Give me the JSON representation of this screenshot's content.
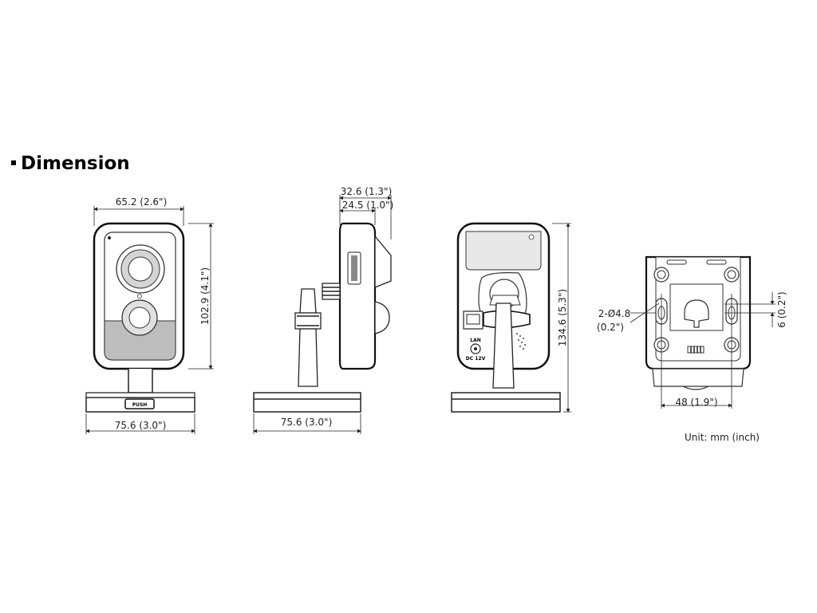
{
  "heading": "Dimension",
  "unit_note": "Unit: mm (inch)",
  "front_view": {
    "top_width": "65.2 (2.6\")",
    "height": "102.9 (4.1\")",
    "base_width": "75.6 (3.0\")",
    "push_label": "PUSH"
  },
  "side_view": {
    "depth_total": "32.6 (1.3\")",
    "depth_body": "24.5 (1.0\")",
    "base_width": "75.6 (3.0\")"
  },
  "back_view": {
    "height_total": "134.6 (5.3\")",
    "lan_label": "LAN",
    "dc_label": "DC 12V"
  },
  "bottom_view": {
    "hole_dia": "2-Ø4.8",
    "hole_dia_inch": "(0.2\")",
    "slot_offset": "6 (0.2\")",
    "hole_spacing": "48 (1.9\")"
  }
}
